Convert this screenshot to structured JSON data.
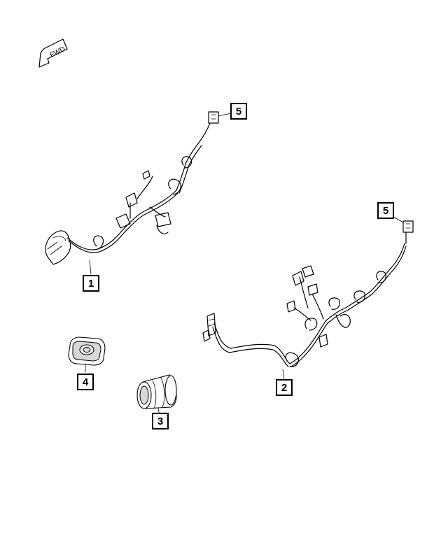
{
  "direction_arrow": {
    "label": "FWD",
    "icon": "forward-direction-arrow-icon"
  },
  "callouts": [
    {
      "id": "callout-1",
      "number": "1",
      "part": "wiring-harness-left"
    },
    {
      "id": "callout-2",
      "number": "2",
      "part": "wiring-harness-right"
    },
    {
      "id": "callout-3",
      "number": "3",
      "part": "grommet-cylinder"
    },
    {
      "id": "callout-4",
      "number": "4",
      "part": "grommet-plate"
    },
    {
      "id": "callout-5a",
      "number": "5",
      "part": "connector-left"
    },
    {
      "id": "callout-5b",
      "number": "5",
      "part": "connector-right"
    }
  ],
  "colors": {
    "line": "#000000",
    "background": "#ffffff",
    "shade": "#d8d8d8"
  }
}
